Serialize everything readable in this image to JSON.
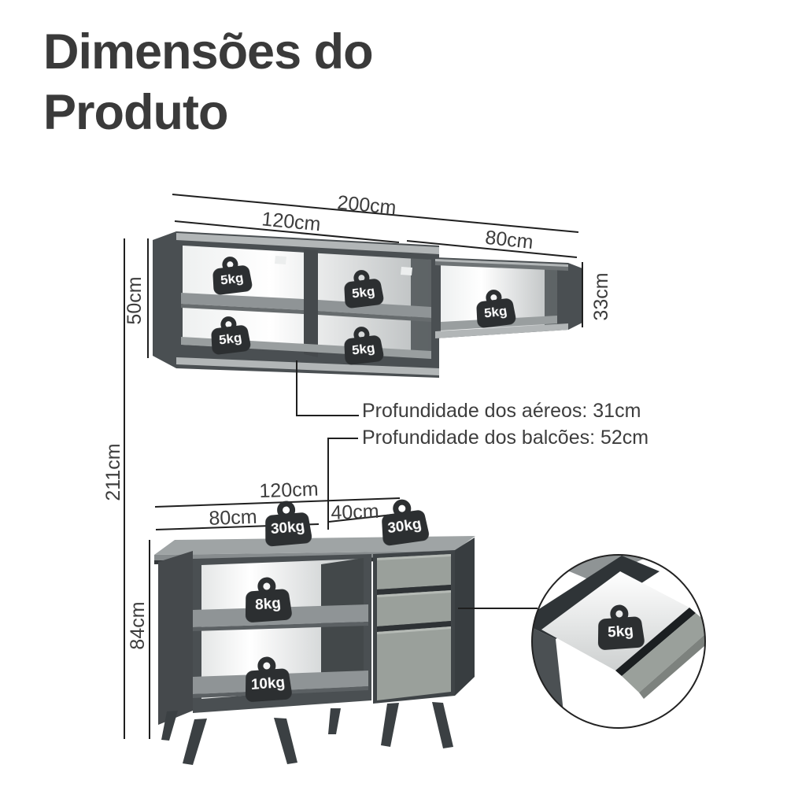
{
  "title": {
    "line1": "Dimensões do",
    "line2": "Produto"
  },
  "upper_cabinet": {
    "dim_total_width": "200cm",
    "dim_left_width": "120cm",
    "dim_right_width": "80cm",
    "dim_left_height": "50cm",
    "dim_right_height": "33cm",
    "shelf_capacities": [
      "5kg",
      "5kg",
      "5kg",
      "5kg",
      "5kg"
    ]
  },
  "depth_notes": {
    "aereos": "Profundidade dos aéreos: 31cm",
    "balcoes": "Profundidade dos balcões: 52cm"
  },
  "dim_total_height": "211cm",
  "lower_cabinet": {
    "dim_width": "120cm",
    "dim_left_width": "80cm",
    "dim_right_width": "40cm",
    "dim_height": "84cm",
    "countertop_capacities": [
      "30kg",
      "30kg"
    ],
    "shelf_capacity": "8kg",
    "base_capacity": "10kg"
  },
  "drawer_inset": {
    "capacity": "5kg"
  },
  "colors": {
    "text": "#3d3d3d",
    "line": "#1f1f1f",
    "badge": "#2c2f31",
    "cabinet_dark": "#4a4f52",
    "cabinet_light": "#b2b6b7"
  }
}
